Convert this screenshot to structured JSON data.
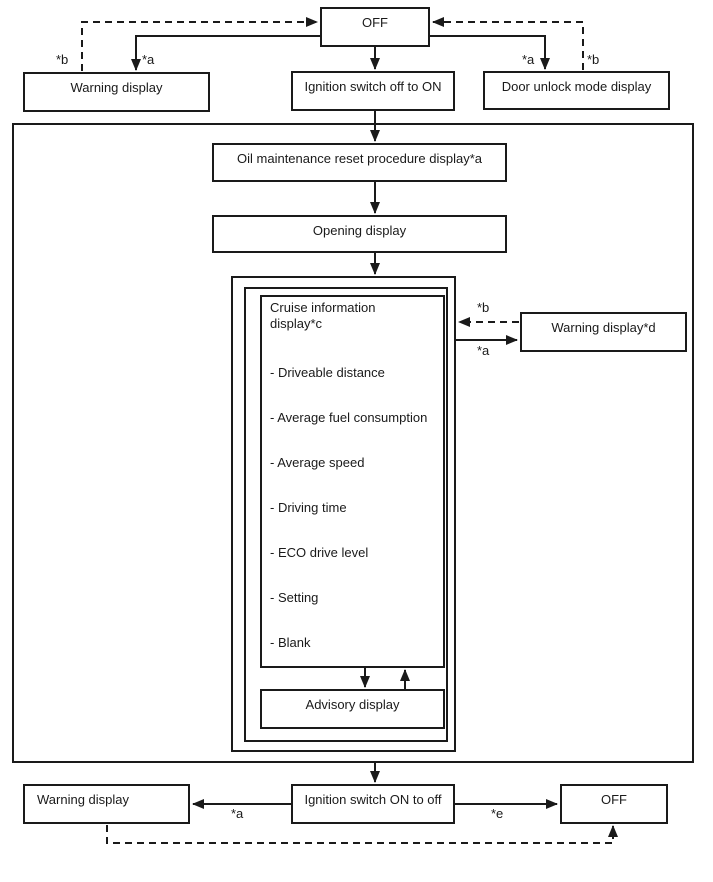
{
  "colors": {
    "line": "#1a1a1a",
    "background": "#ffffff"
  },
  "boxes": {
    "off_top": {
      "label": "OFF"
    },
    "warning_top_left": {
      "label": "Warning display"
    },
    "ignition_off_to_on": {
      "label": "Ignition switch off to ON"
    },
    "door_unlock": {
      "label": "Door unlock mode display"
    },
    "oil_maintenance": {
      "label": "Oil maintenance reset procedure display*a"
    },
    "opening": {
      "label": "Opening display"
    },
    "cruise": {
      "title": "Cruise information display*c",
      "items": [
        "- Driveable distance",
        "- Average fuel consumption",
        "- Average speed",
        "- Driving time",
        "- ECO drive level",
        "- Setting",
        "- Blank"
      ]
    },
    "warning_d": {
      "label": "Warning display*d"
    },
    "advisory": {
      "label": "Advisory display"
    },
    "warning_bottom_left": {
      "label": "Warning display"
    },
    "ignition_on_to_off": {
      "label": "Ignition switch ON to off"
    },
    "off_bottom": {
      "label": "OFF"
    }
  },
  "annotations": {
    "top_left_b": "*b",
    "top_left_a": "*a",
    "top_right_a": "*a",
    "top_right_b": "*b",
    "mid_b": "*b",
    "mid_a": "*a",
    "bottom_a": "*a",
    "bottom_e": "*e"
  }
}
